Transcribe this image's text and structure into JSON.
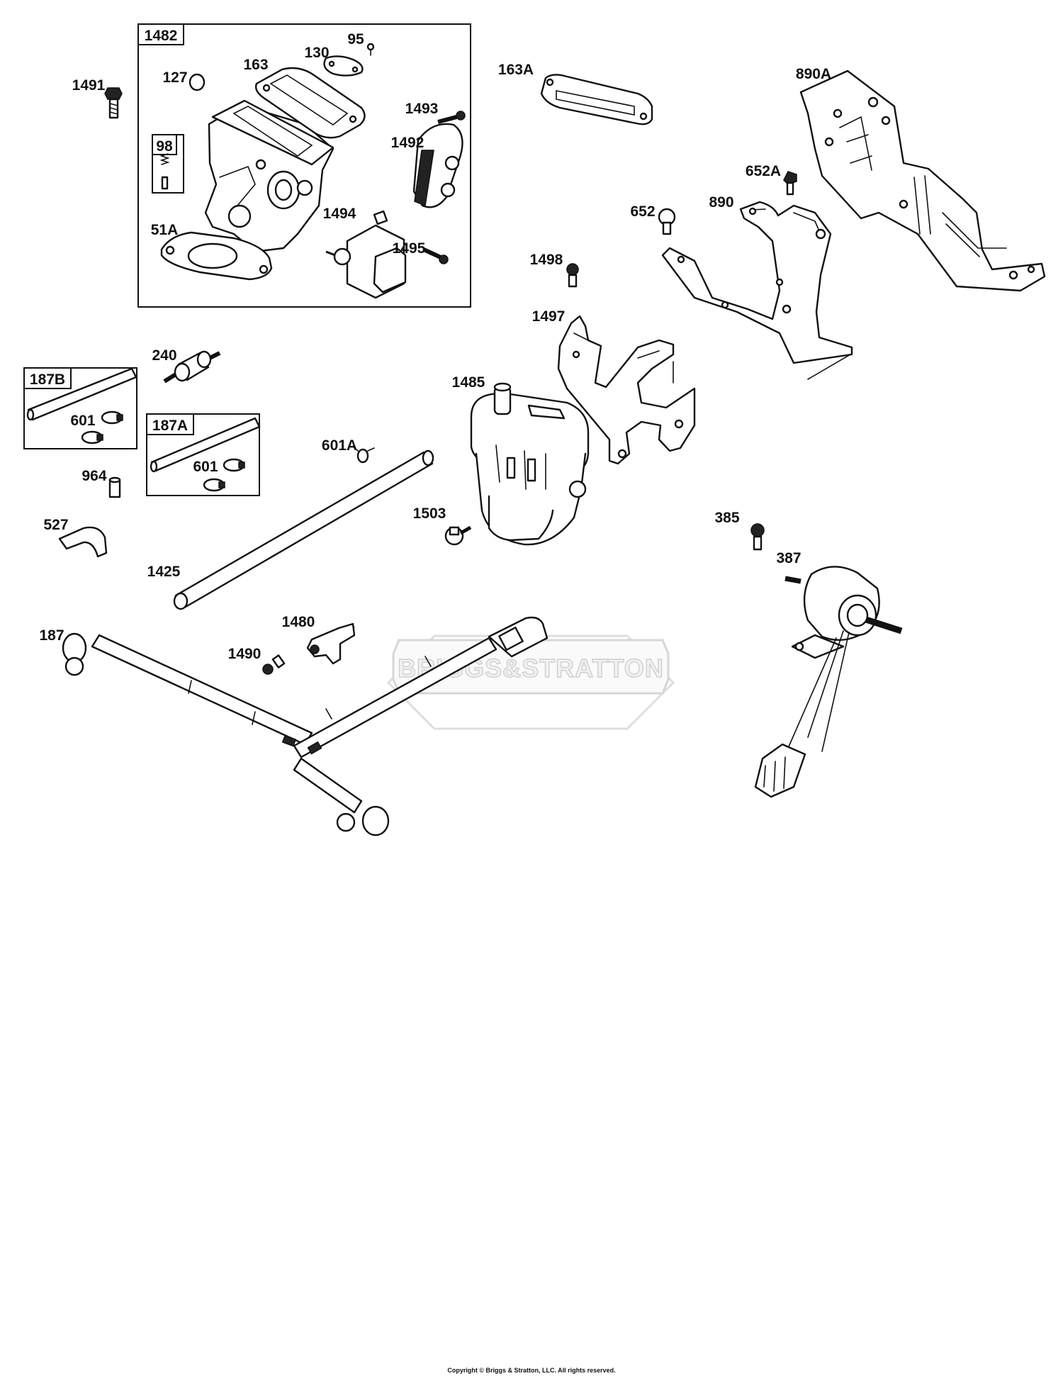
{
  "labels": {
    "l1482": "1482",
    "l95": "95",
    "l130": "130",
    "l163": "163",
    "l127": "127",
    "l1491": "1491",
    "l98": "98",
    "l1493": "1493",
    "l1492": "1492",
    "l51A": "51A",
    "l1494": "1494",
    "l1495": "1495",
    "l163A": "163A",
    "l890A": "890A",
    "l652A": "652A",
    "l652": "652",
    "l890": "890",
    "l1498": "1498",
    "l1497": "1497",
    "l240": "240",
    "l187B": "187B",
    "l601a": "601",
    "l187A": "187A",
    "l601b": "601",
    "l601A": "601A",
    "l1485": "1485",
    "l964": "964",
    "l527": "527",
    "l1503": "1503",
    "l385": "385",
    "l387": "387",
    "l1425": "1425",
    "l187": "187",
    "l1480": "1480",
    "l1490": "1490"
  },
  "watermark": "BRIGGS&STRATTON",
  "copyright": "Copyright © Briggs & Stratton, LLC. All rights reserved."
}
